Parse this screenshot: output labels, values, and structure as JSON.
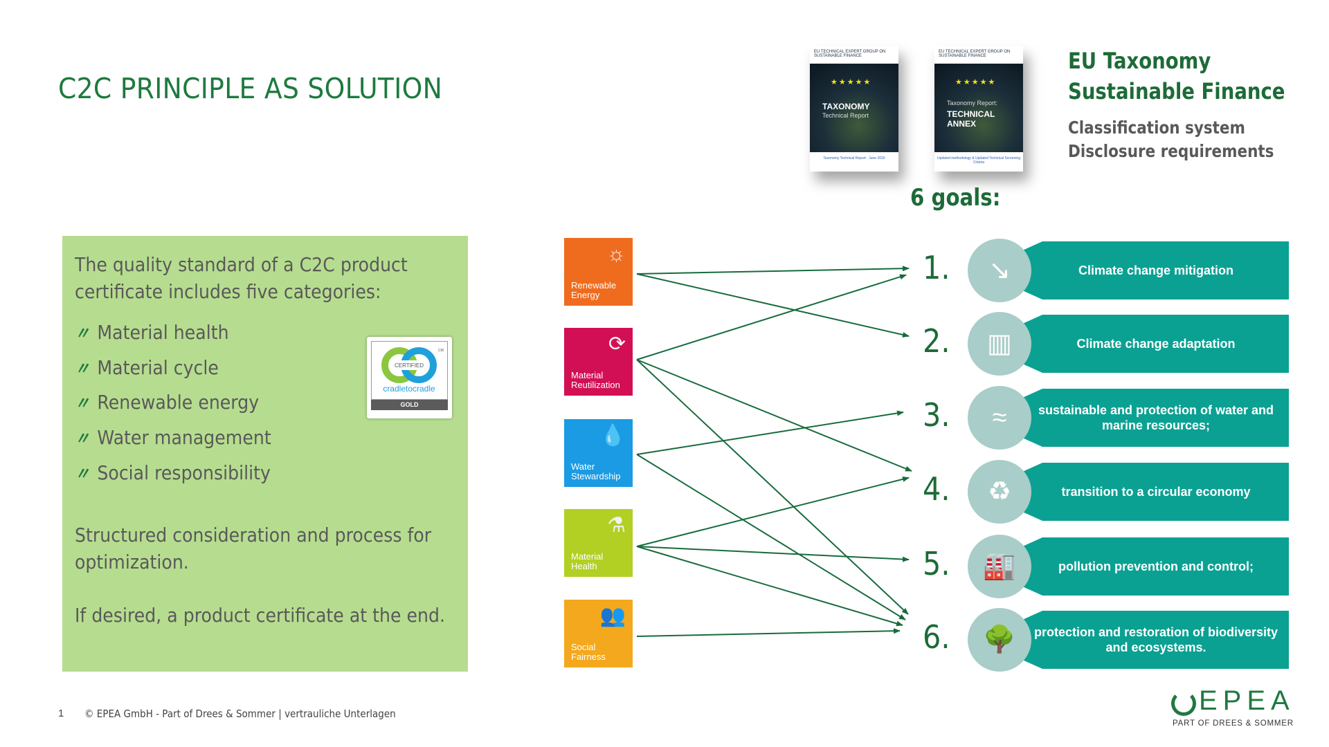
{
  "title": "C2C PRINCIPLE AS SOLUTION",
  "left_box": {
    "intro": [
      "The quality standard of a C2C product",
      "certificate includes five categories:"
    ],
    "categories": [
      "Material health",
      "Material cycle",
      "Renewable energy",
      "Water management",
      "Social responsibility"
    ],
    "bullet_mark": "〃",
    "para1": [
      "Structured consideration and process for",
      "optimization."
    ],
    "para2": "If desired, a product certificate at the end.",
    "certificate": {
      "top": "CERTIFIED",
      "brand": "cradletocradle",
      "mark": "CM",
      "level": "GOLD"
    }
  },
  "books": [
    {
      "header": "EU TECHNICAL EXPERT GROUP ON SUSTAINABLE FINANCE",
      "title": "TAXONOMY",
      "subtitle": "Technical Report",
      "footer": "Taxonomy Technical Report · June 2019"
    },
    {
      "header": "EU TECHNICAL EXPERT GROUP ON SUSTAINABLE FINANCE",
      "title": "TECHNICAL ANNEX",
      "subtitle": "Taxonomy Report:",
      "footer": "Updated methodology & Updated Technical Screening Criteria"
    }
  ],
  "eu": {
    "title1": "EU Taxonomy",
    "title2": "Sustainable Finance",
    "sub1": "Classification system",
    "sub2": "Disclosure requirements"
  },
  "goals_heading": "6 goals:",
  "sources": [
    {
      "label1": "Renewable",
      "label2": "Energy",
      "icon": "sun-icon",
      "glyph": "☼",
      "color": "#ef6c1f"
    },
    {
      "label1": "Material",
      "label2": "Reutilization",
      "icon": "recycle-arrows-icon",
      "glyph": "⟳",
      "color": "#d20f55"
    },
    {
      "label1": "Water",
      "label2": "Stewardship",
      "icon": "water-drops-icon",
      "glyph": "💧",
      "color": "#1b9be3"
    },
    {
      "label1": "Material",
      "label2": "Health",
      "icon": "flask-icon",
      "glyph": "⚗",
      "color": "#b2cf24"
    },
    {
      "label1": "Social",
      "label2": "Fairness",
      "icon": "people-icon",
      "glyph": "👥",
      "color": "#f4a81d"
    }
  ],
  "goals": [
    {
      "number": "1.",
      "label": "Climate change mitigation",
      "icon": "declining-chart-icon",
      "glyph": "↘"
    },
    {
      "number": "2.",
      "label": "Climate change adaptation",
      "icon": "buildings-icon",
      "glyph": "▥"
    },
    {
      "number": "3.",
      "label": "sustainable and protection of water and marine resources;",
      "icon": "waves-icon",
      "glyph": "≈"
    },
    {
      "number": "4.",
      "label": "transition to a circular economy",
      "icon": "circular-arrows-icon",
      "glyph": "♻"
    },
    {
      "number": "5.",
      "label": "pollution prevention and control;",
      "icon": "factory-icon",
      "glyph": "🏭"
    },
    {
      "number": "6.",
      "label": "protection and restoration of biodiversity and ecosystems.",
      "icon": "trees-icon",
      "glyph": "🌳"
    }
  ],
  "connections": [
    [
      0,
      0
    ],
    [
      0,
      1
    ],
    [
      1,
      0
    ],
    [
      1,
      3
    ],
    [
      1,
      5
    ],
    [
      2,
      2
    ],
    [
      2,
      5
    ],
    [
      3,
      3
    ],
    [
      3,
      4
    ],
    [
      3,
      5
    ],
    [
      4,
      5
    ]
  ],
  "colors": {
    "green": "#1d7a3e",
    "teal": "#0aa193",
    "box_green": "#b6dd8f",
    "arrow": "#176b3c"
  },
  "footer": {
    "page": "1",
    "copyright": "© EPEA GmbH  - Part of Drees & Sommer | vertrauliche Unterlagen"
  },
  "logo": {
    "name": "EPEA",
    "sub": "PART OF DREES & SOMMER"
  }
}
